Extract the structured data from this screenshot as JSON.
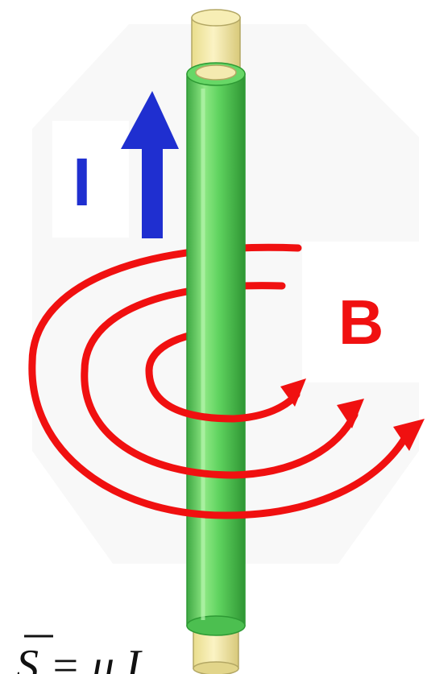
{
  "labels": {
    "current": "I",
    "field": "B",
    "formula_partial": "S = μ I"
  },
  "colors": {
    "wire_outer": "#5fd35f",
    "wire_edge": "#2e9a34",
    "wire_highlight": "#a6f09f",
    "core": "#f1e7a0",
    "core_edge": "#b3a764",
    "current_arrow": "#1f2fd0",
    "field_lines": "#f01010",
    "background_shape": "#eeeeee"
  },
  "icons": {
    "current_arrow": "up-arrow-icon",
    "field_arrows": "curved-arrow-icon"
  }
}
